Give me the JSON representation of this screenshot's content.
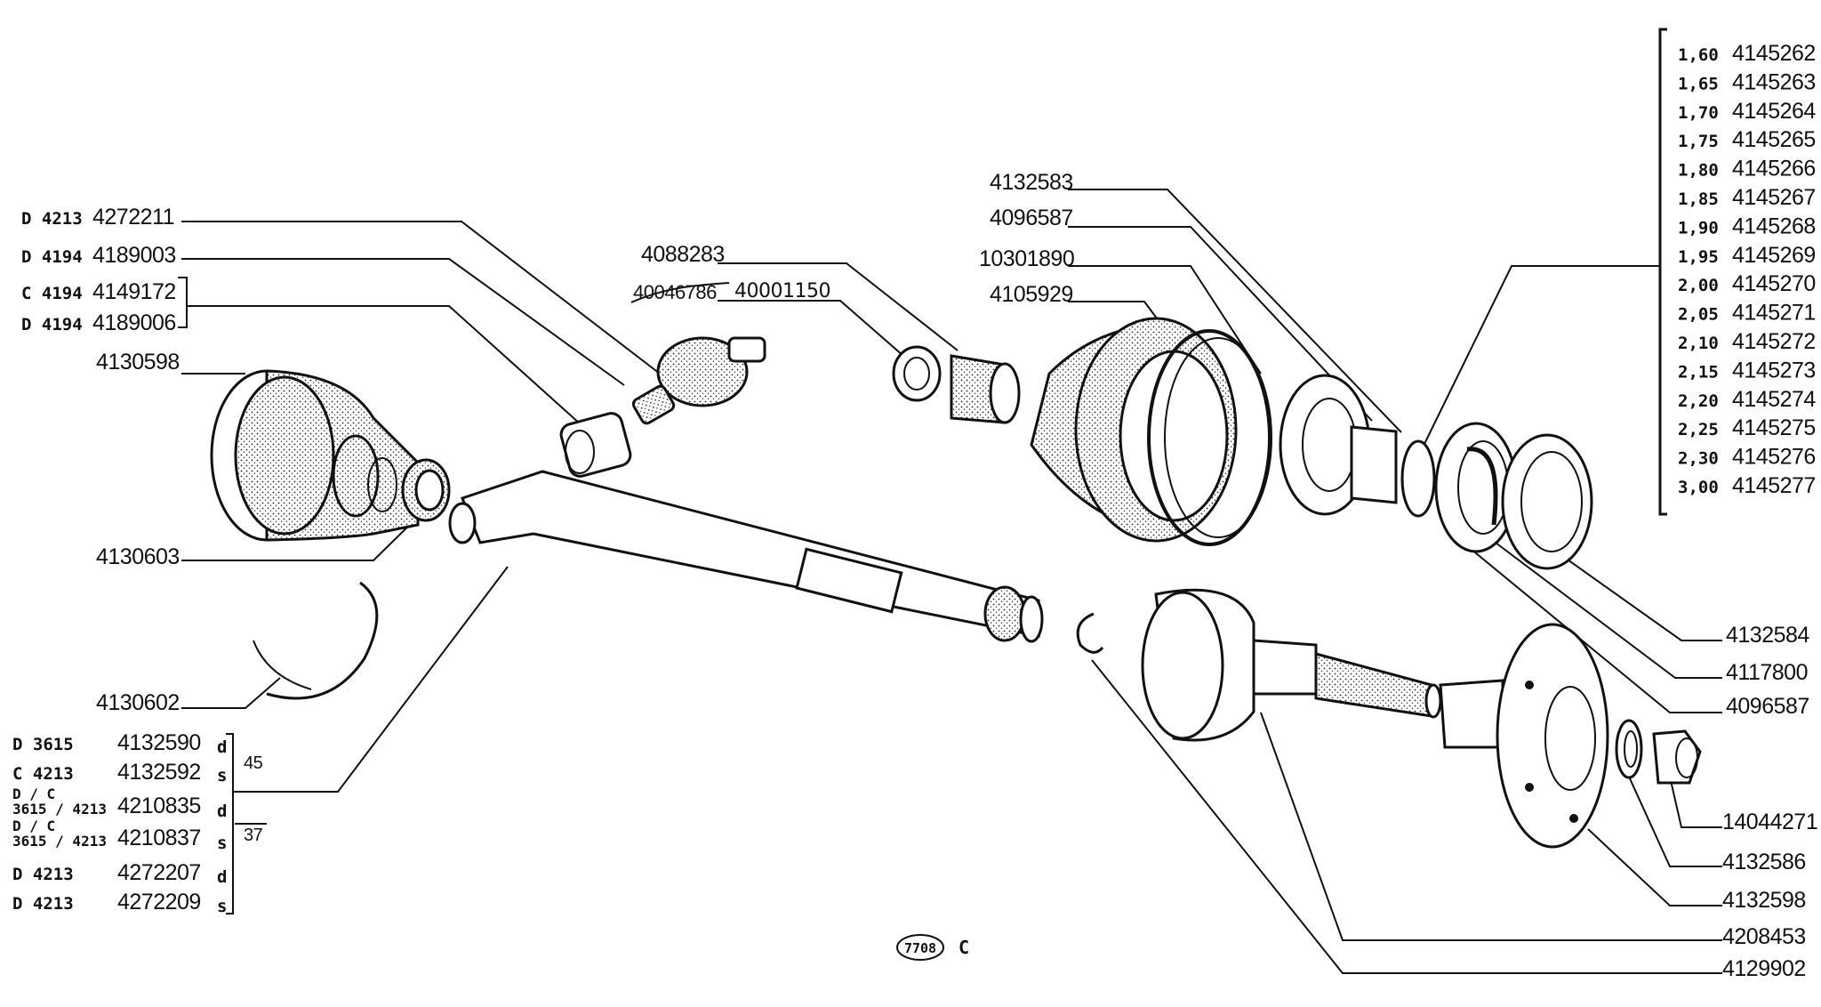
{
  "left_labels": [
    {
      "type": "D",
      "code": "4213",
      "part": "4272211"
    },
    {
      "type": "D",
      "code": "4194",
      "part": "4189003"
    },
    {
      "type": "C",
      "code": "4194",
      "part": "4149172"
    },
    {
      "type": "D",
      "code": "4194",
      "part": "4189006"
    }
  ],
  "left_parts": [
    "4130598",
    "4130603",
    "4130602"
  ],
  "shaft_list": [
    {
      "type": "D",
      "code": "3615",
      "part": "4132590",
      "side": "d"
    },
    {
      "type": "C",
      "code": "4213",
      "part": "4132592",
      "side": "s"
    },
    {
      "type": "D / C",
      "code": "3615 / 4213",
      "part": "4210835",
      "side": "d"
    },
    {
      "type": "D / C",
      "code": "3615 / 4213",
      "part": "4210837",
      "side": "s"
    },
    {
      "type": "D",
      "code": "4213",
      "part": "4272207",
      "side": "d"
    },
    {
      "type": "D",
      "code": "4213",
      "part": "4272209",
      "side": "s"
    }
  ],
  "shaft_groups": [
    "45",
    "37"
  ],
  "middle_labels": {
    "top": "4088283",
    "struck": "40046786",
    "replacement": "40001150"
  },
  "top_labels": [
    "4132583",
    "4096587",
    "10301890",
    "4105929"
  ],
  "shim_list": [
    {
      "size": "1,60",
      "part": "4145262"
    },
    {
      "size": "1,65",
      "part": "4145263"
    },
    {
      "size": "1,70",
      "part": "4145264"
    },
    {
      "size": "1,75",
      "part": "4145265"
    },
    {
      "size": "1,80",
      "part": "4145266"
    },
    {
      "size": "1,85",
      "part": "4145267"
    },
    {
      "size": "1,90",
      "part": "4145268"
    },
    {
      "size": "1,95",
      "part": "4145269"
    },
    {
      "size": "2,00",
      "part": "4145270"
    },
    {
      "size": "2,05",
      "part": "4145271"
    },
    {
      "size": "2,10",
      "part": "4145272"
    },
    {
      "size": "2,15",
      "part": "4145273"
    },
    {
      "size": "2,20",
      "part": "4145274"
    },
    {
      "size": "2,25",
      "part": "4145275"
    },
    {
      "size": "2,30",
      "part": "4145276"
    },
    {
      "size": "3,00",
      "part": "4145277"
    }
  ],
  "right_labels": [
    "4132584",
    "4117800",
    "4096587",
    "14044271",
    "4132586",
    "4132598",
    "4208453",
    "4129902"
  ],
  "footer": {
    "plate": "7708",
    "suffix": "C"
  }
}
